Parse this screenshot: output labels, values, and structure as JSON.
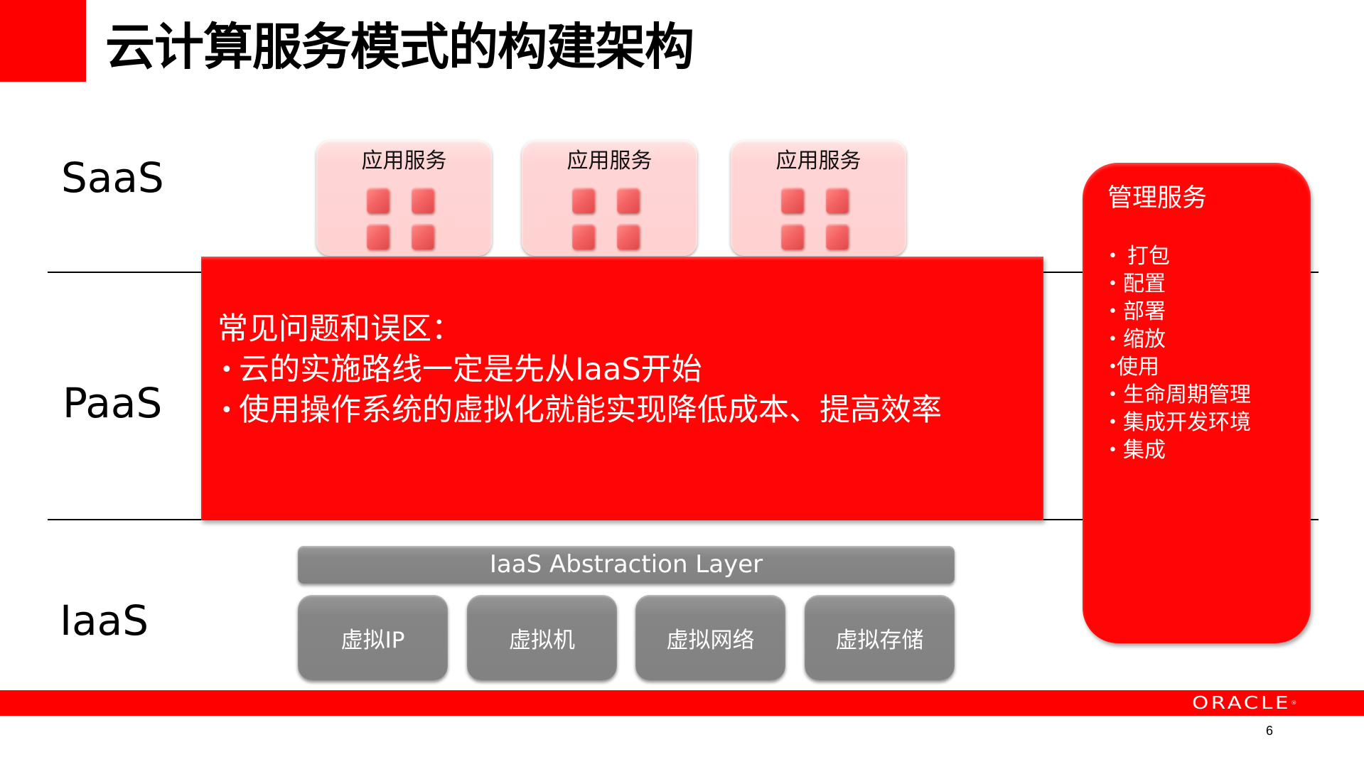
{
  "slide": {
    "title": "云计算服务模式的构建架构",
    "page_number": "6",
    "colors": {
      "accent_red": "#ff0000",
      "app_box_bg": "#ffd4d4",
      "app_chip": "#f56565",
      "gray_block": "#858585"
    }
  },
  "layers": {
    "saas": "SaaS",
    "paas": "PaaS",
    "iaas": "IaaS"
  },
  "saas": {
    "apps": [
      {
        "label": "应用服务"
      },
      {
        "label": "应用服务"
      },
      {
        "label": "应用服务"
      }
    ]
  },
  "paas_callout": {
    "heading": "常见问题和误区：",
    "bullet_symbol": "•",
    "items": [
      "云的实施路线一定是先从IaaS开始",
      "使用操作系统的虚拟化就能实现降低成本、提高效率"
    ]
  },
  "management": {
    "title": "管理服务",
    "bullet_symbol": "•",
    "items": [
      "打包",
      "配置",
      "部署",
      "缩放",
      "使用",
      "生命周期管理",
      "集成开发环境",
      "集成"
    ]
  },
  "iaas": {
    "abstraction_layer": "IaaS Abstraction Layer",
    "resources": [
      {
        "label": "虚拟IP"
      },
      {
        "label": "虚拟机"
      },
      {
        "label": "虚拟网络"
      },
      {
        "label": "虚拟存储"
      }
    ]
  },
  "footer": {
    "brand": "ORACLE",
    "registered_mark": "®"
  }
}
